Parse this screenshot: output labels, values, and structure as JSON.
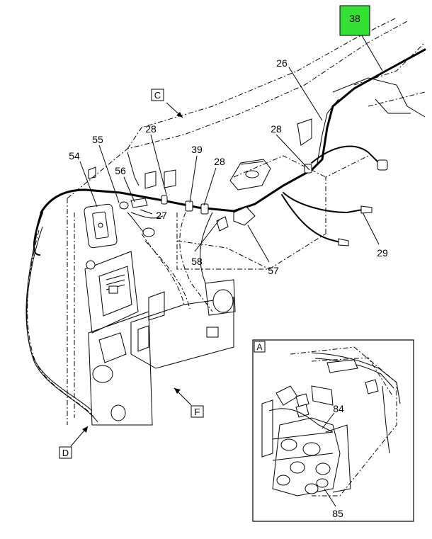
{
  "callouts": {
    "c38": "38",
    "c26": "26",
    "c28a": "28",
    "c28b": "28",
    "c28c": "28",
    "c39": "39",
    "c55": "55",
    "c54": "54",
    "c56": "56",
    "c27": "27",
    "c58": "58",
    "c57": "57",
    "c29": "29",
    "c84": "84",
    "c85": "85"
  },
  "view_labels": {
    "C": "C",
    "D": "D",
    "F": "F",
    "A": "A"
  },
  "colors": {
    "highlight": "#33e033",
    "line": "#000000",
    "background": "#ffffff"
  }
}
